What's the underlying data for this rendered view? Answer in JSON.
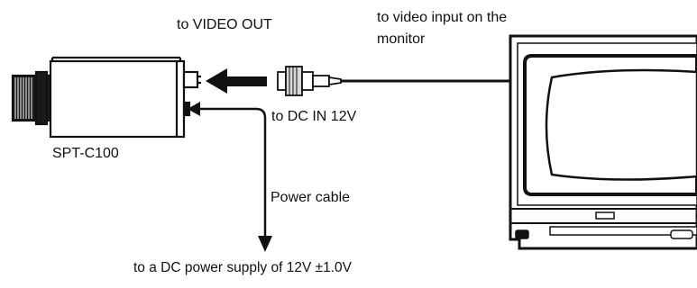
{
  "diagram": {
    "labels": {
      "video_out": "to VIDEO OUT",
      "video_input": "to video input on the monitor",
      "dc_in": "to DC IN 12V",
      "camera_model": "SPT-C100",
      "power_cable": "Power cable",
      "power_supply": "to a DC power supply of 12V ±1.0V"
    },
    "colors": {
      "ink": "#111111",
      "paper": "#ffffff"
    },
    "icons": [
      "camera-icon",
      "monitor-icon",
      "bnc-connector-icon",
      "arrow-left-icon",
      "arrow-down-icon"
    ]
  }
}
